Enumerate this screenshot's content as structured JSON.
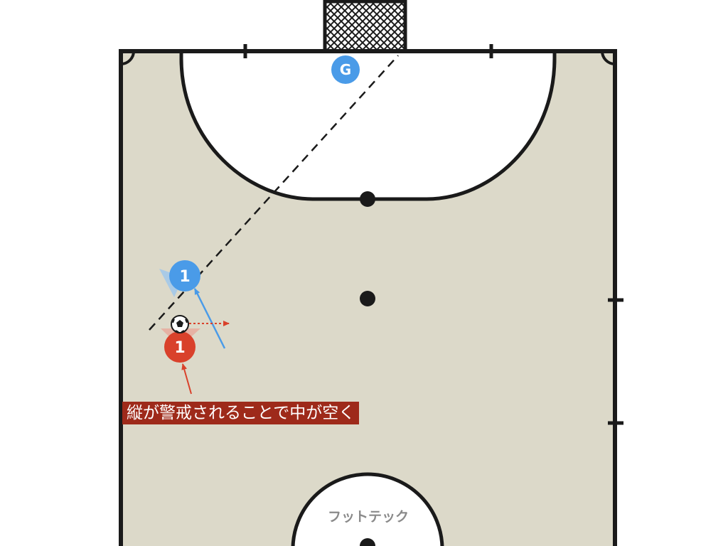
{
  "diagram": {
    "caption": "縦が警戒されることで中が空く",
    "watermark": "フットテック",
    "players": {
      "goalkeeper": {
        "label": "G",
        "color": "#4a9be8"
      },
      "blue_player": {
        "label": "1",
        "color": "#4a9be8"
      },
      "red_player": {
        "label": "1",
        "color": "#d9412b"
      }
    },
    "colors": {
      "court": "#dcd9c9",
      "lines": "#1a1a1a",
      "penalty_area": "#ffffff",
      "caption_bg": "#9e2a1a",
      "blue_arrow": "#4a9be8",
      "red_arrow": "#d9412b"
    },
    "icons": [
      "soccer-ball-icon",
      "goal-net-icon"
    ]
  }
}
